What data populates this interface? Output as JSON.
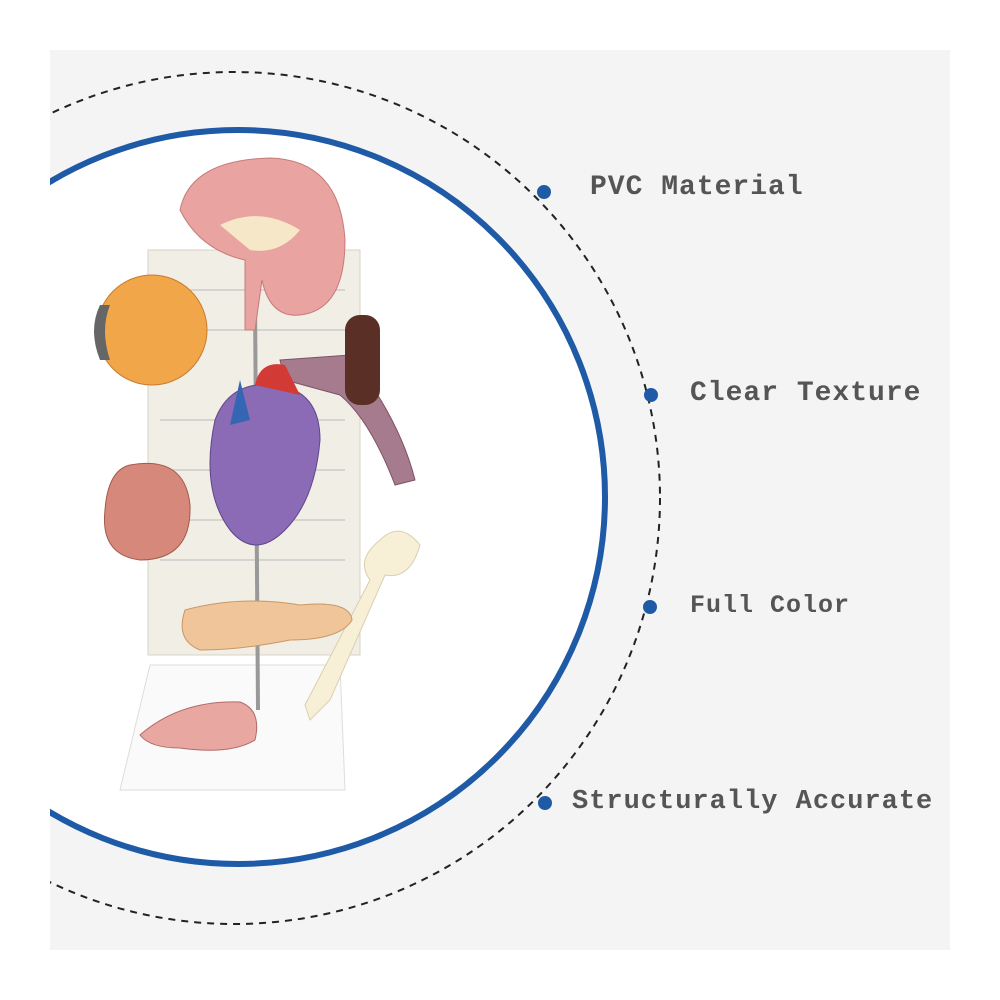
{
  "features": [
    {
      "label": "PVC Material"
    },
    {
      "label": "Clear Texture"
    },
    {
      "label": "Full Color"
    },
    {
      "label": "Structurally Accurate"
    }
  ],
  "colors": {
    "accent": "#1f5aa6",
    "background": "#f4f4f4",
    "text": "#555555"
  },
  "product": {
    "image": "anatomy-organ-model"
  }
}
